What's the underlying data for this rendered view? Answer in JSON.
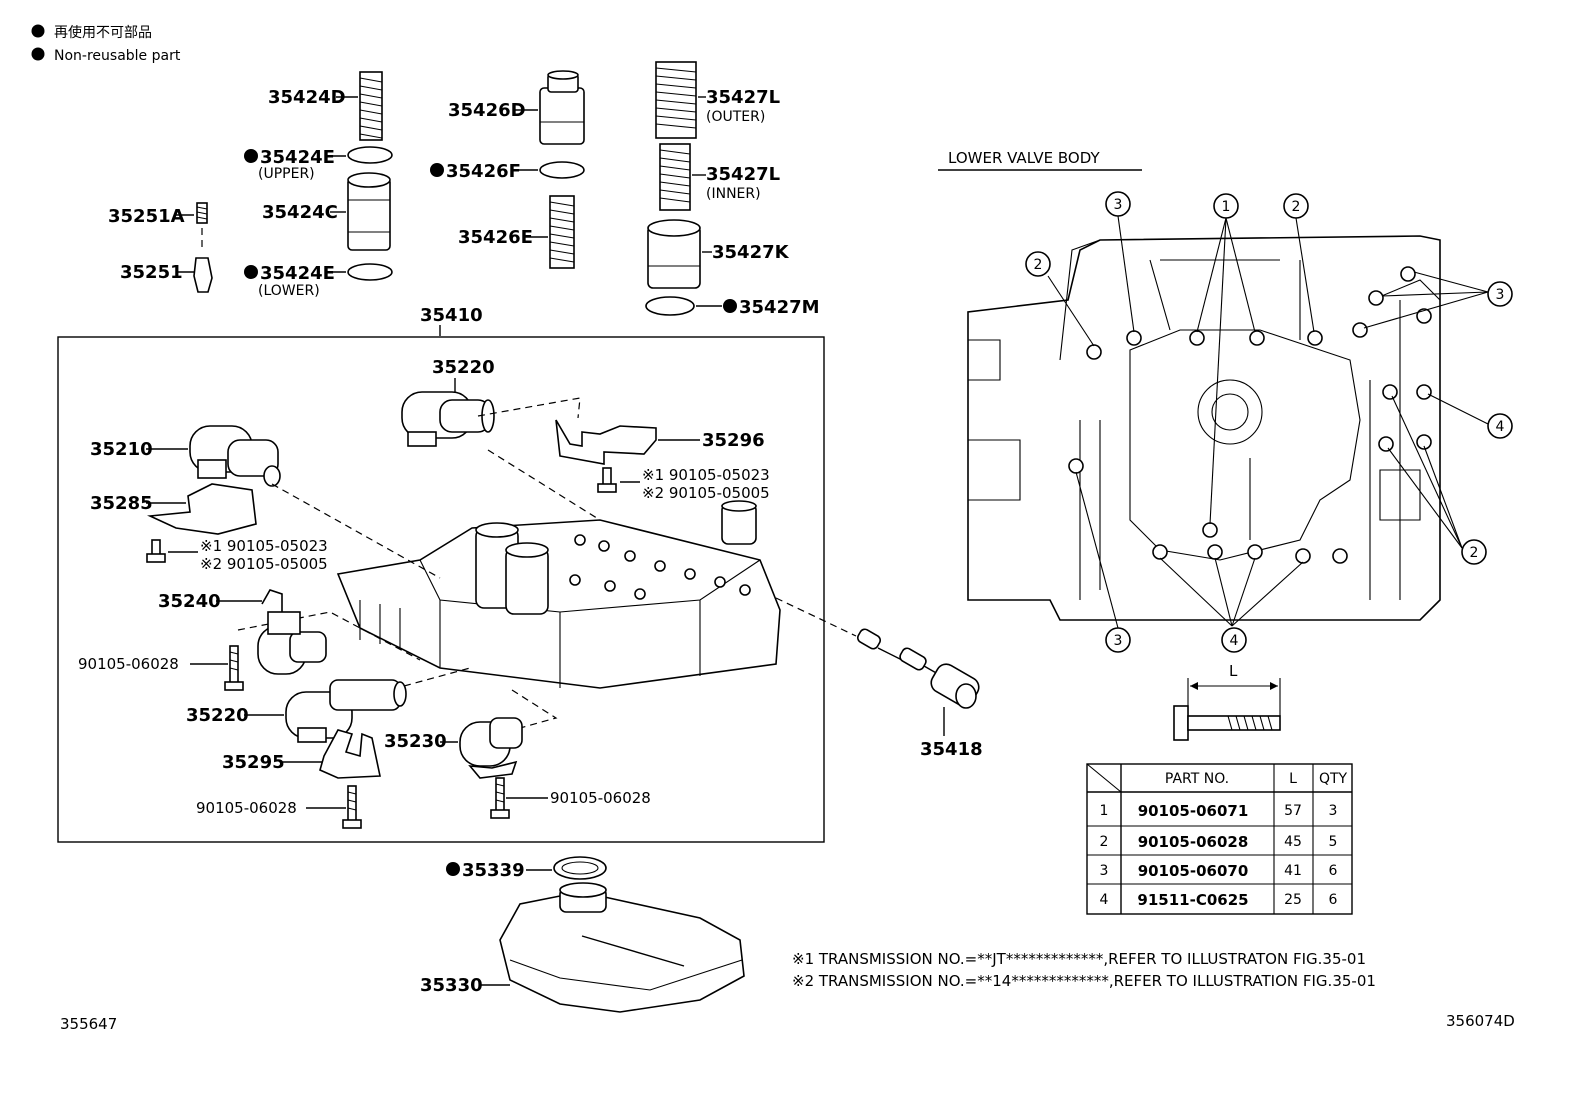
{
  "legend": {
    "jp": "再使用不可部品",
    "en": "Non-reusable part"
  },
  "labels": {
    "p35424D": "35424D",
    "p35424E_upper": "35424E",
    "upper": "(UPPER)",
    "p35424C": "35424C",
    "p35424E_lower": "35424E",
    "lower": "(LOWER)",
    "p35251A": "35251A",
    "p35251": "35251",
    "p35426D": "35426D",
    "p35426F": "35426F",
    "p35426E": "35426E",
    "p35427L_outer": "35427L",
    "outer": "(OUTER)",
    "p35427L_inner": "35427L",
    "inner": "(INNER)",
    "p35427K": "35427K",
    "p35427M": "35427M",
    "p35410": "35410",
    "p35220_top": "35220",
    "p35210": "35210",
    "p35296": "35296",
    "p35285": "35285",
    "ref1_top": "※1 90105-05023",
    "ref2_top": "※2 90105-05005",
    "ref1_left": "※1 90105-05023",
    "ref2_left": "※2 90105-05005",
    "p35240": "35240",
    "bolt_06028_a": "90105-06028",
    "p35220_bottom": "35220",
    "p35295": "35295",
    "bolt_06028_b": "90105-06028",
    "p35230": "35230",
    "bolt_06028_c": "90105-06028",
    "p35418": "35418",
    "p35339": "35339",
    "p35330": "35330",
    "lower_valve_body": "LOWER  VALVE  BODY",
    "dim_L": "L",
    "footnote1": "※1 TRANSMISSION NO.=**JT*************,REFER TO ILLUSTRATON FIG.35-01",
    "footnote2": "※2 TRANSMISSION NO.=**14*************,REFER TO ILLUSTRATION FIG.35-01",
    "code_left": "355647",
    "code_right": "356074D"
  },
  "callouts": {
    "c1": "1",
    "c2": "2",
    "c3": "3",
    "c4": "4"
  },
  "table": {
    "headers": [
      "PART NO.",
      "L",
      "QTY"
    ],
    "rows": [
      {
        "idx": "1",
        "part": "90105-06071",
        "l": "57",
        "qty": "3"
      },
      {
        "idx": "2",
        "part": "90105-06028",
        "l": "45",
        "qty": "5"
      },
      {
        "idx": "3",
        "part": "90105-06070",
        "l": "41",
        "qty": "6"
      },
      {
        "idx": "4",
        "part": "91511-C0625",
        "l": "25",
        "qty": "6"
      }
    ]
  }
}
